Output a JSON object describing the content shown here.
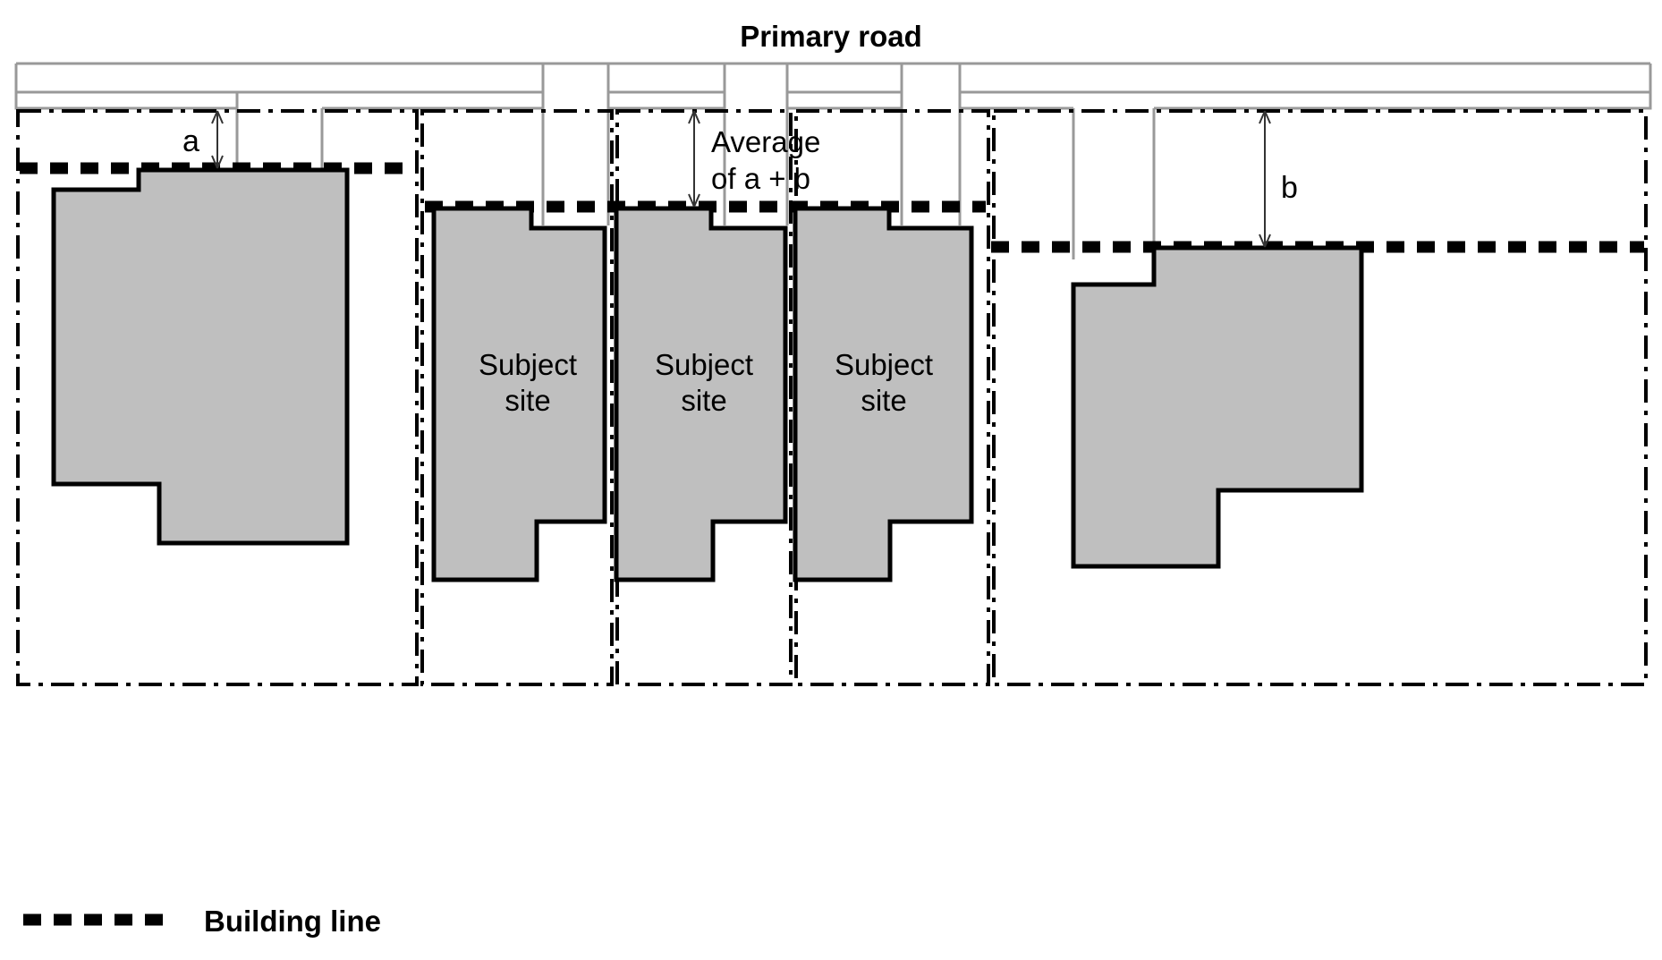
{
  "diagram": {
    "title": "Primary road",
    "road_label": "Primary road",
    "dimension_a": "a",
    "dimension_b": "b",
    "average_line1": "Average",
    "average_line2": "of a + b",
    "subject_site_label_line1": "Subject",
    "subject_site_label_line2": "site",
    "subject_sites": [
      {
        "line1": "Subject",
        "line2": "site"
      },
      {
        "line1": "Subject",
        "line2": "site"
      },
      {
        "line1": "Subject",
        "line2": "site"
      }
    ],
    "legend": {
      "building_line_label": "Building line",
      "swatch_name": "thick-dashed-line-swatch"
    },
    "colors": {
      "building_fill": "#bfbfbf",
      "building_stroke": "#000000",
      "boundary_line": "#000000",
      "building_line": "#000000",
      "footpath_stroke": "#999999",
      "background": "#ffffff",
      "dimension_line": "#555555"
    },
    "elements": {
      "road_strip_name": "primary-road-strip",
      "footpath_name": "footpath-band",
      "driveway_name": "driveway-crossover",
      "boundary_name": "property-boundary",
      "building_line_name": "building-line",
      "building_footprint_name": "building-footprint"
    }
  }
}
